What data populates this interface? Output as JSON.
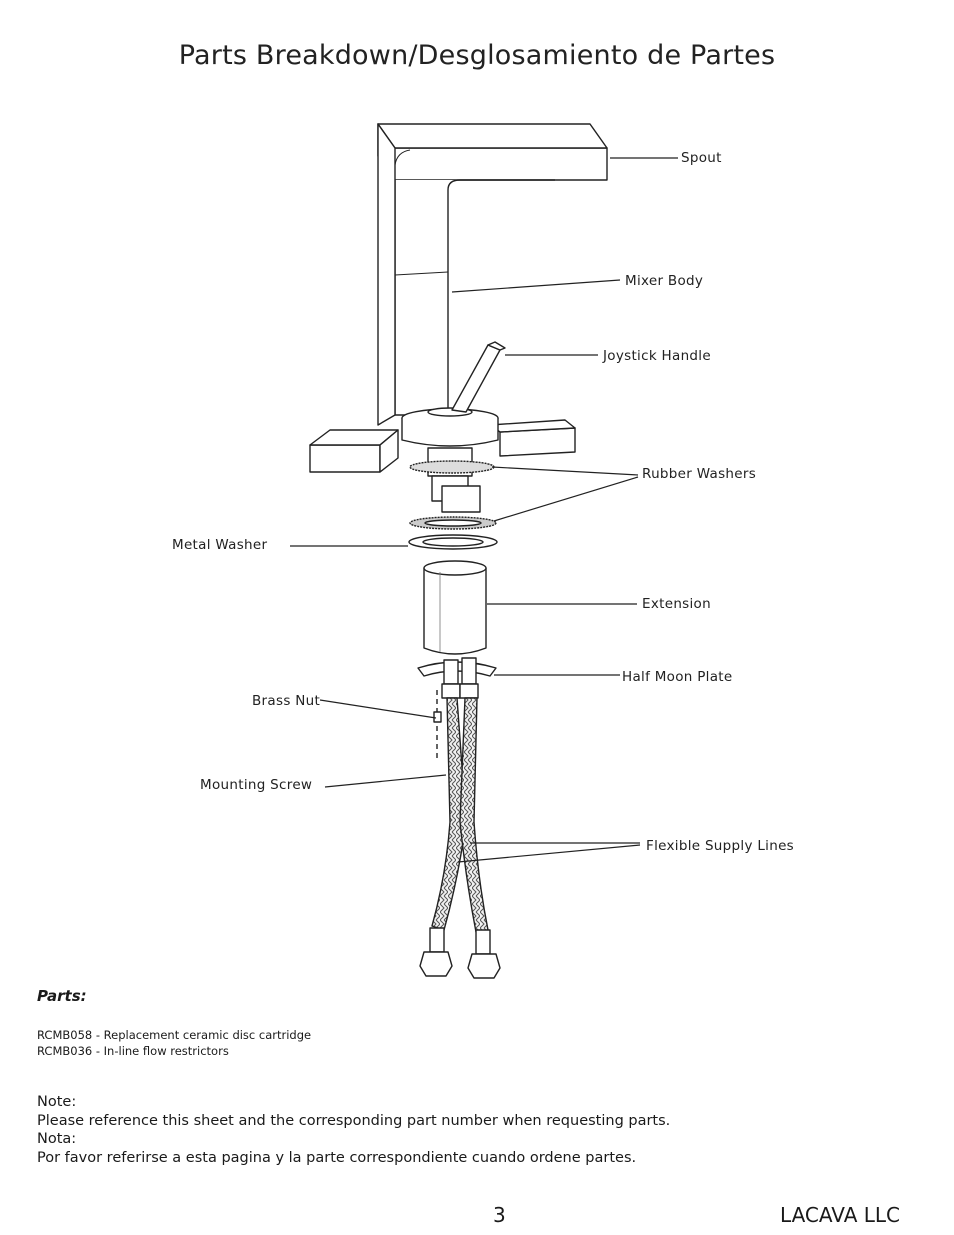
{
  "title": "Parts Breakdown/Desglosamiento de Partes",
  "labels": {
    "spout": "Spout",
    "mixer_body": "Mixer Body",
    "joystick_handle": "Joystick Handle",
    "rubber_washers": "Rubber Washers",
    "metal_washer": "Metal Washer",
    "extension": "Extension",
    "half_moon_plate": "Half Moon Plate",
    "brass_nut": "Brass Nut",
    "mounting_screw": "Mounting Screw",
    "flexible_supply_lines": "Flexible Supply Lines"
  },
  "parts": {
    "heading": "Parts:",
    "items": [
      "RCMB058 - Replacement ceramic disc cartridge",
      "RCMB036 - In-line flow restrictors"
    ]
  },
  "notes": [
    "Note:",
    "Please reference this sheet and the corresponding part number when requesting parts.",
    "Nota:",
    "Por favor referirse a esta pagina y la parte correspondiente cuando ordene partes."
  ],
  "footer": {
    "page_number": "3",
    "company": "LACAVA LLC"
  }
}
